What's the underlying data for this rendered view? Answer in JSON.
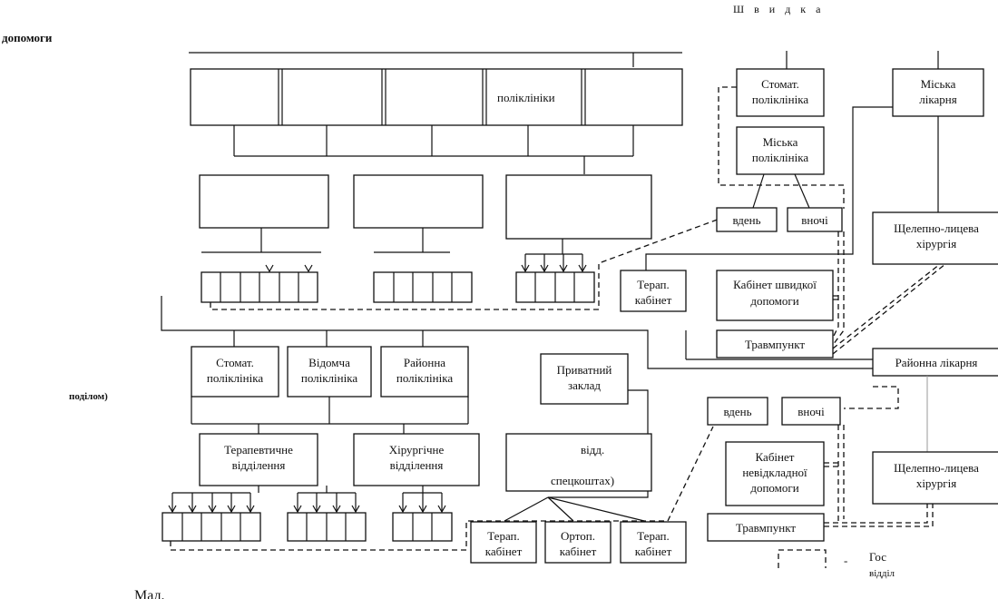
{
  "header": {
    "top_right": "Ш в и д к а",
    "top_left": "допомоги",
    "mid_left": "поділом)",
    "caption": "Мал."
  },
  "top_grid": {
    "label": "поліклініки"
  },
  "left": {
    "stomat_polyclinic": [
      "Стомат.",
      "поліклініка"
    ],
    "departmental_polyclinic": [
      "Відомча",
      "поліклініка"
    ],
    "district_polyclinic": [
      "Районна",
      "поліклініка"
    ],
    "private_institution": [
      "Приватний",
      "заклад"
    ],
    "therapeutic_dept": [
      "Терапевтичне",
      "відділення"
    ],
    "surgical_dept": [
      "Хірургічне",
      "відділення"
    ],
    "paid_dept": [
      "відд.",
      "спецкоштах)"
    ],
    "therap_cabinet_1": [
      "Терап.",
      "кабінет"
    ],
    "ortho_cabinet": [
      "Ортоп.",
      "кабінет"
    ],
    "therap_cabinet_2": [
      "Терап.",
      "кабінет"
    ]
  },
  "right": {
    "stomat_polyclinic": [
      "Стомат.",
      "поліклініка"
    ],
    "city_hospital": [
      "Міська",
      "лікарня"
    ],
    "city_polyclinic": [
      "Міська",
      "поліклініка"
    ],
    "day_1": "вдень",
    "night_1": "вночі",
    "maxillofacial_1": [
      "Щелепно-лицева",
      "хірургія"
    ],
    "therap_cabinet": [
      "Терап.",
      "кабінет"
    ],
    "emergency_cabinet": [
      "Кабінет швидкої",
      "допомоги"
    ],
    "trauma_1": "Травмпункт",
    "district_hospital": "Районна лікарня",
    "day_2": "вдень",
    "night_2": "вночі",
    "urgent_cabinet": [
      "Кабінет",
      "невідкладної",
      "допомоги"
    ],
    "maxillofacial_2": [
      "Щелепно-лицева",
      "хірургія"
    ],
    "trauma_2": "Травмпункт"
  },
  "legend": {
    "dash": "-",
    "line1": "Гос",
    "line2": "відділ"
  }
}
